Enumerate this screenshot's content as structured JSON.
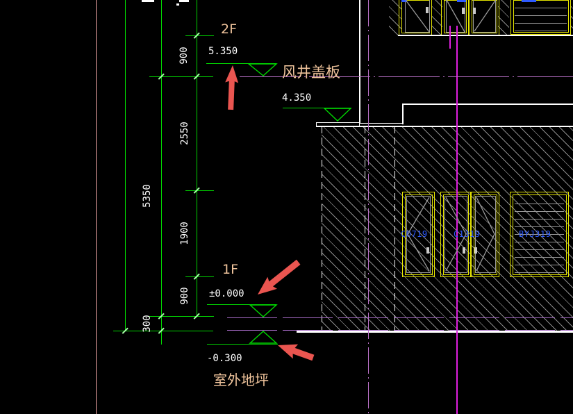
{
  "drawing_type": "architectural elevation (CAD)",
  "levels": {
    "f2": {
      "name": "2F",
      "value": "5.350"
    },
    "shaft_cover": {
      "name": "风井盖板",
      "value": "4.350"
    },
    "f1": {
      "name": "1F",
      "value": "±0.000"
    },
    "ground": {
      "name": "室外地坪",
      "value": "-0.300"
    }
  },
  "dims": {
    "seg1": "900",
    "seg2": "2550",
    "seg3": "1900",
    "seg4": "900",
    "total": "5350",
    "plinth": "300"
  },
  "tags": {
    "window1": "C0719",
    "window2": "C1319",
    "louver": "BYJ319"
  },
  "colors": {
    "background": "#000000",
    "dimension_green": "#00d800",
    "axis_pink": "#f2a8a8",
    "axis_violet": "#b76fc4",
    "axis_magenta": "#e020e0",
    "level_purple": "#a86cc8",
    "text_white": "#ffffff",
    "label_orange": "#f0c49c",
    "tag_blue": "#2e5bff",
    "frame_yellow": "#e6e600",
    "hatch_gray": "#8a8a8a",
    "arrow_red": "#ea5550"
  }
}
